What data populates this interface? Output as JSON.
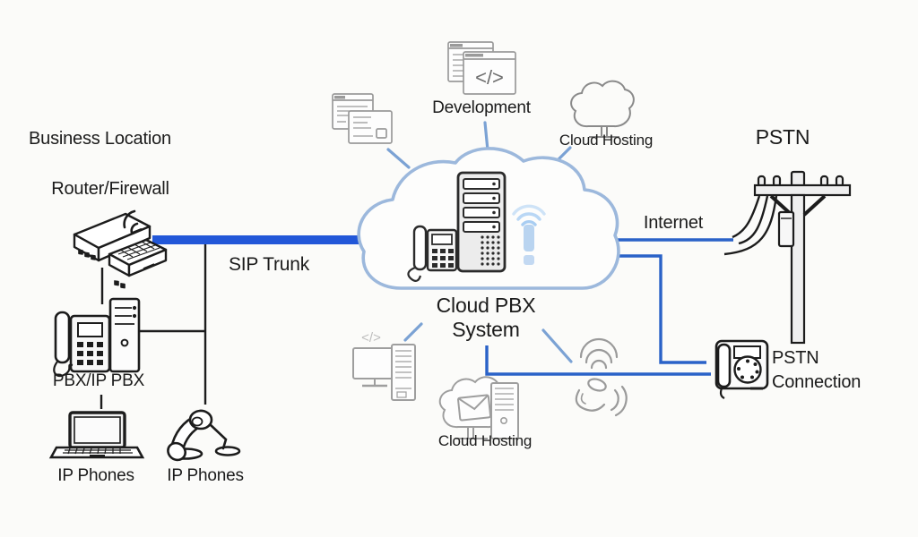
{
  "title": "Cloud PBX System network diagram",
  "labels": {
    "business_location": "Business Location",
    "router_firewall": "Router/Firewall",
    "pbx_ip_pbx": "PBX/IP PBX",
    "ip_phones_laptop": "IP Phones",
    "ip_phones_desk": "IP Phones",
    "sip_trunk": "SIP Trunk",
    "development": "Development",
    "cloud_hosting_top": "Cloud Hosting",
    "cloud_pbx_line1": "Cloud PBX",
    "cloud_pbx_line2": "System",
    "internet": "Internet",
    "pstn": "PSTN",
    "pstn_connection_line1": "PSTN",
    "pstn_connection_line2": "Connection",
    "cloud_hosting_bottom": "Cloud Hosting"
  },
  "glyphs": {
    "code": "</>",
    "code_faint": "</>"
  },
  "colors": {
    "background": "#fbfbf9",
    "sip_trunk_blue": "#2257d8",
    "connector_blue": "#2a62c8",
    "spoke_blue": "#7ba2d4",
    "cloud_outline_blue": "#9cb8dc",
    "signal_light_blue": "#b9d4f0",
    "icon_dark": "#1c1c1c",
    "icon_gray": "#9a9a9a",
    "text": "#1b1b1b"
  },
  "connections": [
    {
      "from": "router-firewall",
      "to": "cloud-pbx-system",
      "label": "SIP Trunk",
      "style": "thick-blue-line"
    },
    {
      "from": "pstn-pole",
      "to": "cloud-pbx-system",
      "label": "Internet",
      "style": "blue-arrow-left"
    },
    {
      "from": "cloud-pbx-system",
      "to": "pstn-connection",
      "style": "blue-elbow-line"
    },
    {
      "from": "cloud-pbx-system-bottom",
      "to": "pstn-connection",
      "style": "blue-elbow-line"
    },
    {
      "from": "router-firewall",
      "to": "pbx-ip-pbx",
      "style": "black-line"
    },
    {
      "from": "pbx-ip-pbx",
      "to": "ip-phones-laptop",
      "style": "black-line"
    },
    {
      "from": "sip-trunk-line",
      "to": "ip-phones-desk",
      "style": "black-line"
    },
    {
      "from": "cloud-pbx-system",
      "to": "development",
      "style": "blue-spoke"
    },
    {
      "from": "cloud-pbx-system",
      "to": "document-windows",
      "style": "blue-spoke"
    },
    {
      "from": "cloud-pbx-system",
      "to": "cloud-hosting-top",
      "style": "blue-spoke"
    },
    {
      "from": "cloud-pbx-system",
      "to": "monitor-server",
      "style": "blue-spoke"
    },
    {
      "from": "cloud-pbx-system",
      "to": "wireless-handset",
      "style": "blue-spoke"
    }
  ]
}
